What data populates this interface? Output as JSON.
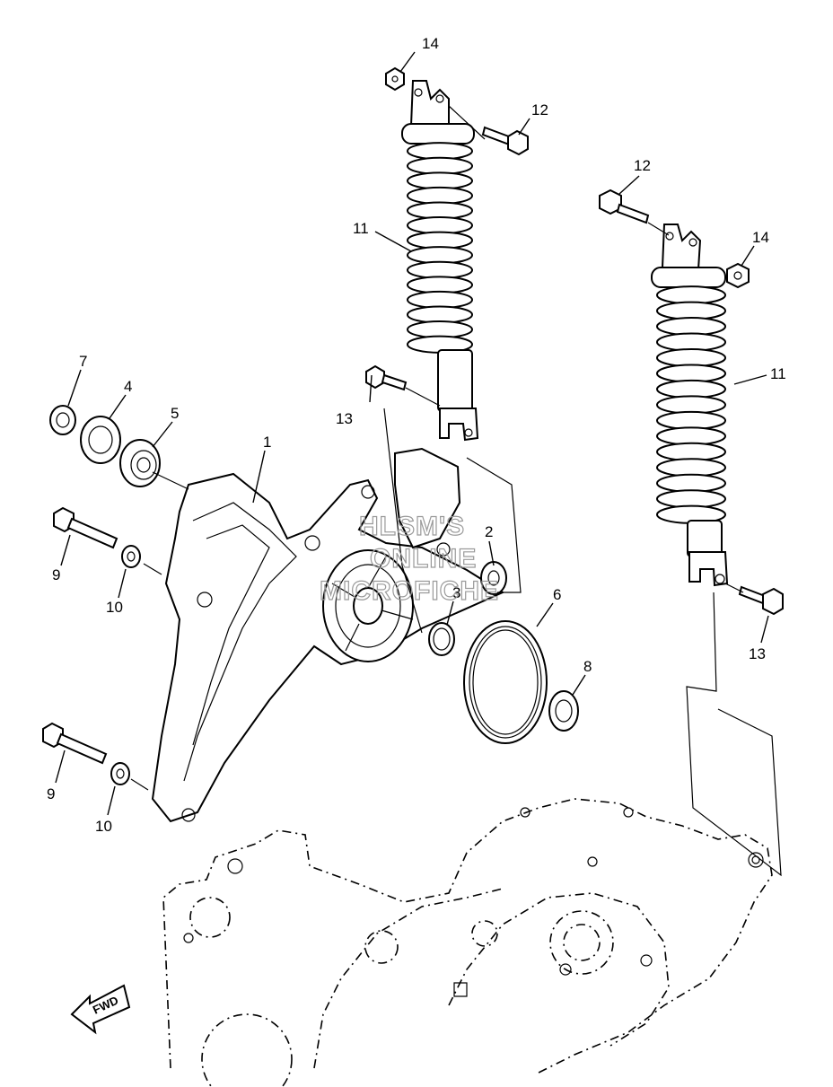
{
  "watermark": {
    "line1": "HLSM'S",
    "line2": "ONLINE",
    "line3": "MICROFICHE"
  },
  "fwd_badge": {
    "text": "FWD"
  },
  "callouts": [
    {
      "id": "c14a",
      "text": "14"
    },
    {
      "id": "c12a",
      "text": "12"
    },
    {
      "id": "c12b",
      "text": "12"
    },
    {
      "id": "c14b",
      "text": "14"
    },
    {
      "id": "c11a",
      "text": "11"
    },
    {
      "id": "c11b",
      "text": "11"
    },
    {
      "id": "c7",
      "text": "7"
    },
    {
      "id": "c4",
      "text": "4"
    },
    {
      "id": "c5",
      "text": "5"
    },
    {
      "id": "c1",
      "text": "1"
    },
    {
      "id": "c13a",
      "text": "13"
    },
    {
      "id": "c2",
      "text": "2"
    },
    {
      "id": "c3",
      "text": "3"
    },
    {
      "id": "c6",
      "text": "6"
    },
    {
      "id": "c8",
      "text": "8"
    },
    {
      "id": "c9a",
      "text": "9"
    },
    {
      "id": "c10a",
      "text": "10"
    },
    {
      "id": "c9b",
      "text": "9"
    },
    {
      "id": "c10b",
      "text": "10"
    },
    {
      "id": "c13b",
      "text": "13"
    }
  ]
}
